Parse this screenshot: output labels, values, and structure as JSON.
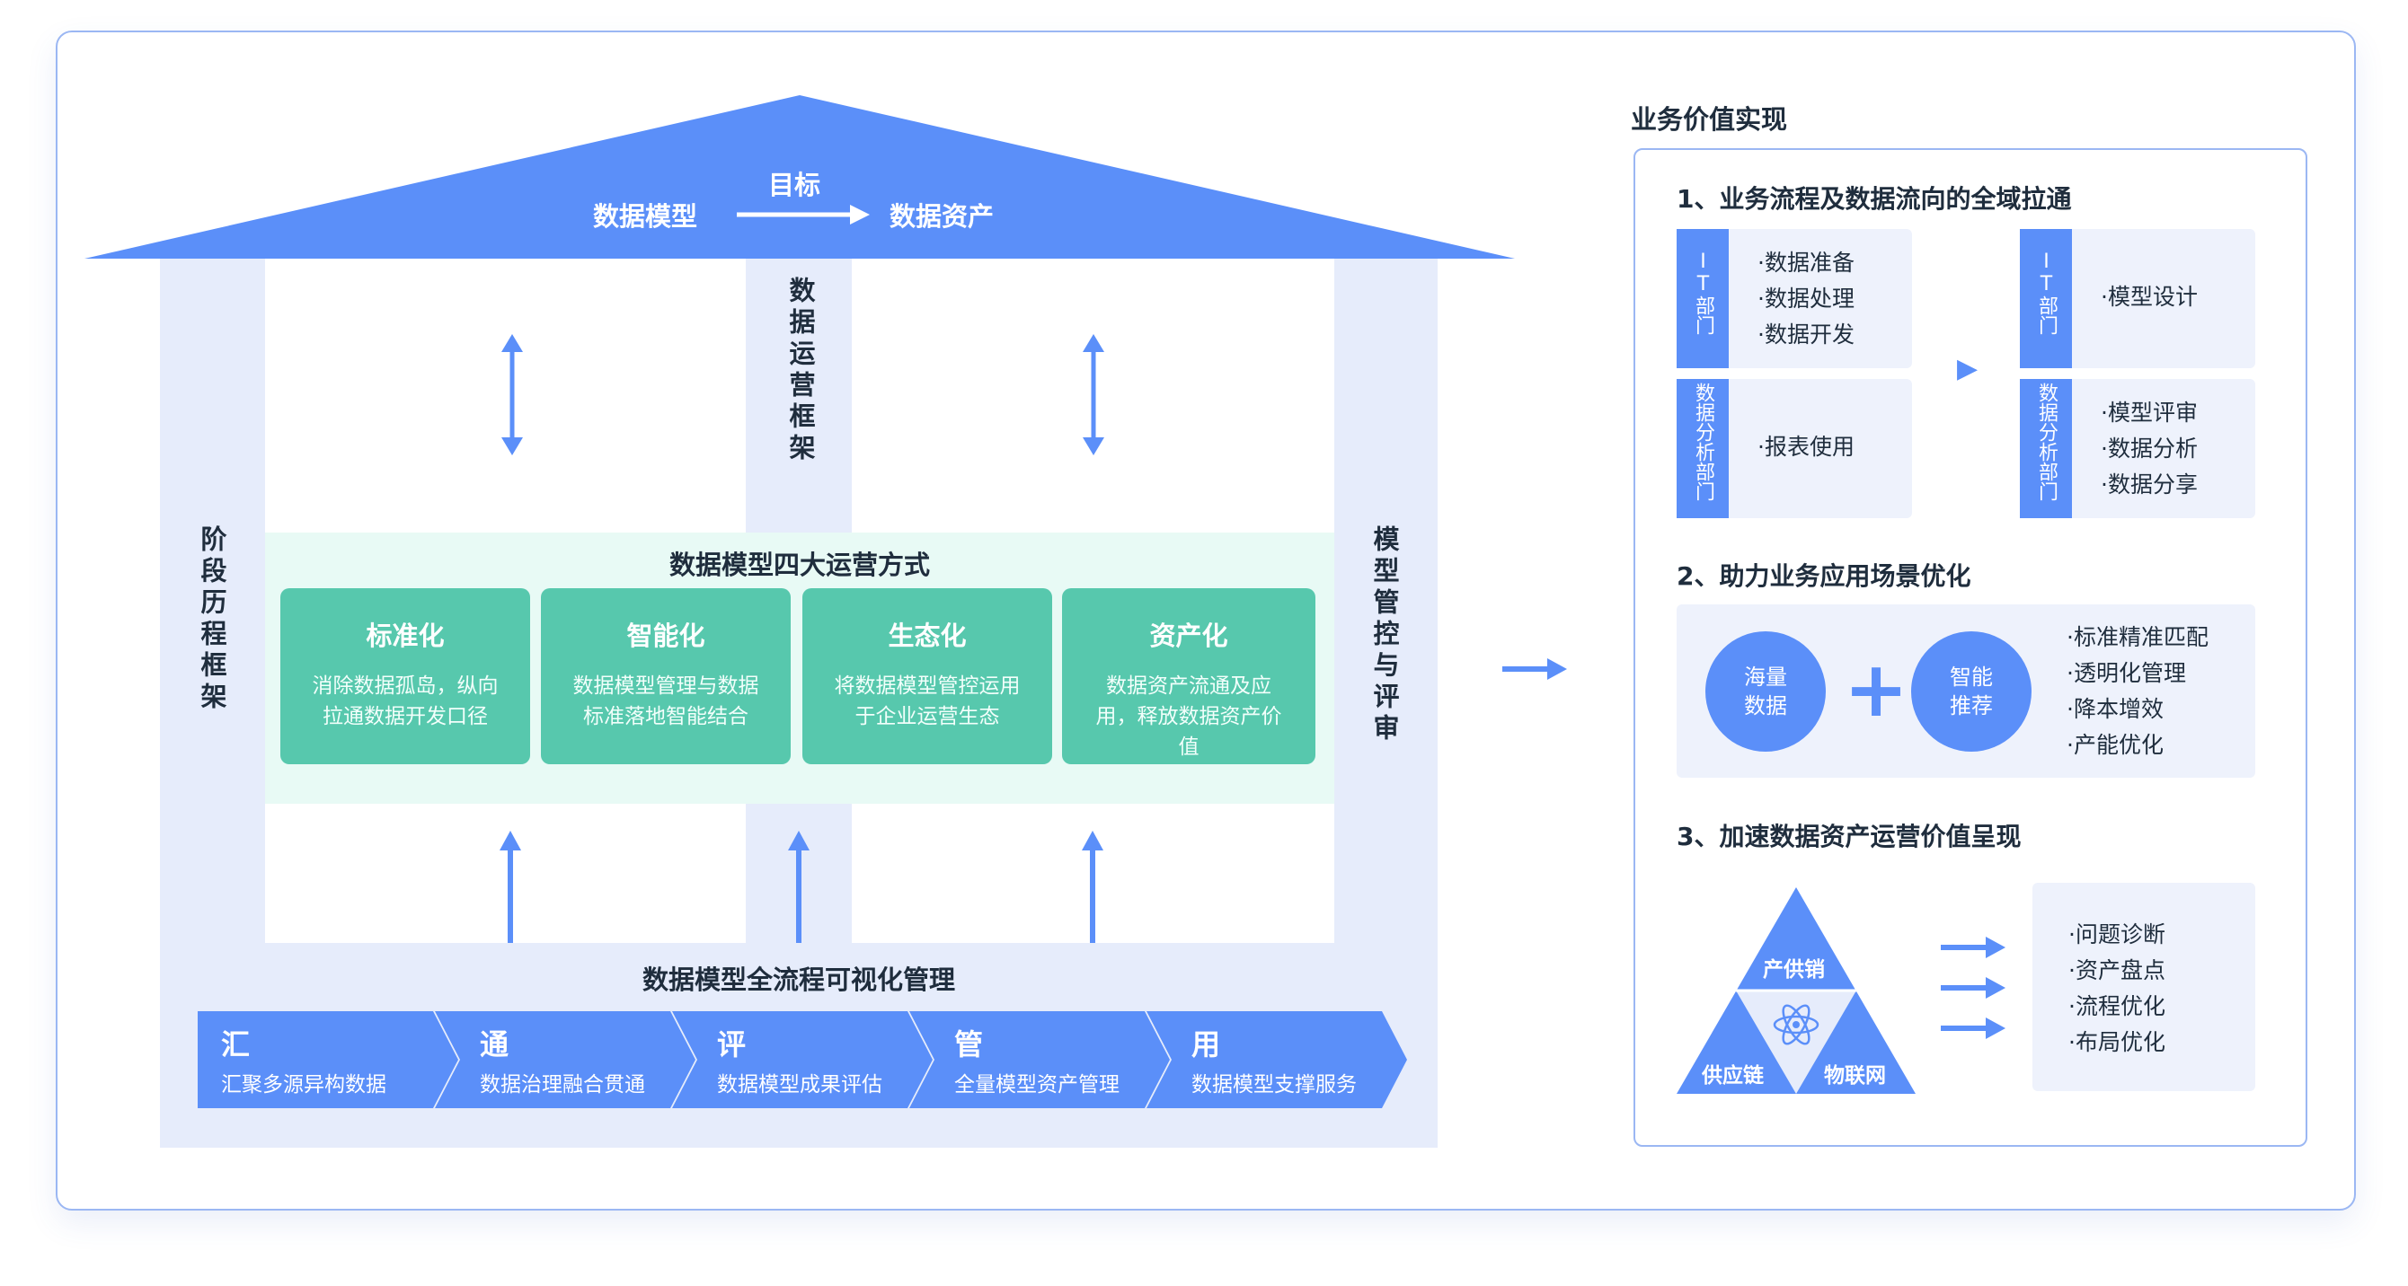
{
  "house": {
    "roof": {
      "left_text": "数据模型",
      "arrow_text": "目标",
      "right_text": "数据资产"
    },
    "left_pillar": "阶段历程框架",
    "right_pillar": "模型管控与评审",
    "center_pillar": "数据运营框架",
    "ops_title": "数据模型四大运营方式",
    "cards": [
      {
        "title": "标准化",
        "desc": "消除数据孤岛，纵向拉通数据开发口径"
      },
      {
        "title": "智能化",
        "desc": "数据模型管理与数据标准落地智能结合"
      },
      {
        "title": "生态化",
        "desc": "将数据模型管控运用于企业运营生态"
      },
      {
        "title": "资产化",
        "desc": "数据资产流通及应用，释放数据资产价值"
      }
    ],
    "process_title": "数据模型全流程可视化管理",
    "steps": [
      {
        "big": "汇",
        "small": "汇聚多源异构数据"
      },
      {
        "big": "通",
        "small": "数据治理融合贯通"
      },
      {
        "big": "评",
        "small": "数据模型成果评估"
      },
      {
        "big": "管",
        "small": "全量模型资产管理"
      },
      {
        "big": "用",
        "small": "数据模型支撑服务"
      }
    ]
  },
  "right": {
    "heading": "业务价值实现",
    "s1": {
      "title": "1、业务流程及数据流向的全域拉通",
      "left": [
        {
          "tag": "IT部门",
          "items": [
            "·数据准备",
            "·数据处理",
            "·数据开发"
          ]
        },
        {
          "tag": "数据分析部门",
          "items": [
            "·报表使用"
          ]
        }
      ],
      "right": [
        {
          "tag": "IT部门",
          "items": [
            "·模型设计"
          ]
        },
        {
          "tag": "数据分析部门",
          "items": [
            "·模型评审",
            "·数据分析",
            "·数据分享"
          ]
        }
      ],
      "arrow": "▶"
    },
    "s2": {
      "title": "2、助力业务应用场景优化",
      "circle1": "海量数据",
      "plus": "+",
      "circle2": "智能推荐",
      "items": [
        "·标准精准匹配",
        "·透明化管理",
        "·降本增效",
        "·产能优化"
      ]
    },
    "s3": {
      "title": "3、加速数据资产运营价值呈现",
      "tri_top": "产供销",
      "tri_left": "供应链",
      "tri_right": "物联网",
      "items": [
        "·问题诊断",
        "·资产盘点",
        "·流程优化",
        "·布局优化"
      ]
    }
  },
  "colors": {
    "blue": "#5b8ff9",
    "pillar": "#e6ecfb",
    "green": "#57c8ad",
    "mint": "#e8faf5"
  }
}
